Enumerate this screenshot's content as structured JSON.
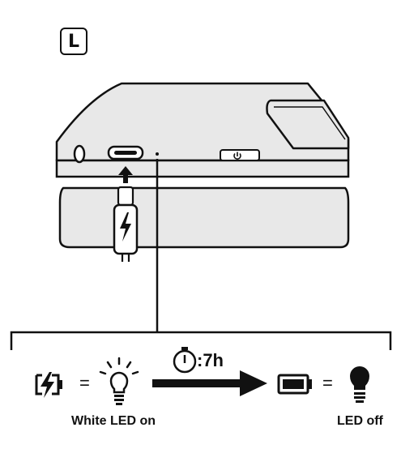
{
  "side_label": "L",
  "timer_text": ":7h",
  "left_caption": "White LED on",
  "right_caption": "LED off",
  "equals_sign": "=",
  "icons": {
    "charging": "battery-charging-icon",
    "led_on": "light-bulb-on-icon",
    "timer": "stopwatch-icon",
    "arrow": "right-arrow-icon",
    "battery_full": "battery-full-icon",
    "led_off": "light-bulb-off-icon",
    "usb_cable": "usb-c-cable-icon",
    "power_button": "power-icon",
    "headphone_jack": "headphone-jack-icon"
  },
  "colors": {
    "ink": "#111111",
    "device_fill": "#e8e8e8",
    "background": "#ffffff"
  }
}
